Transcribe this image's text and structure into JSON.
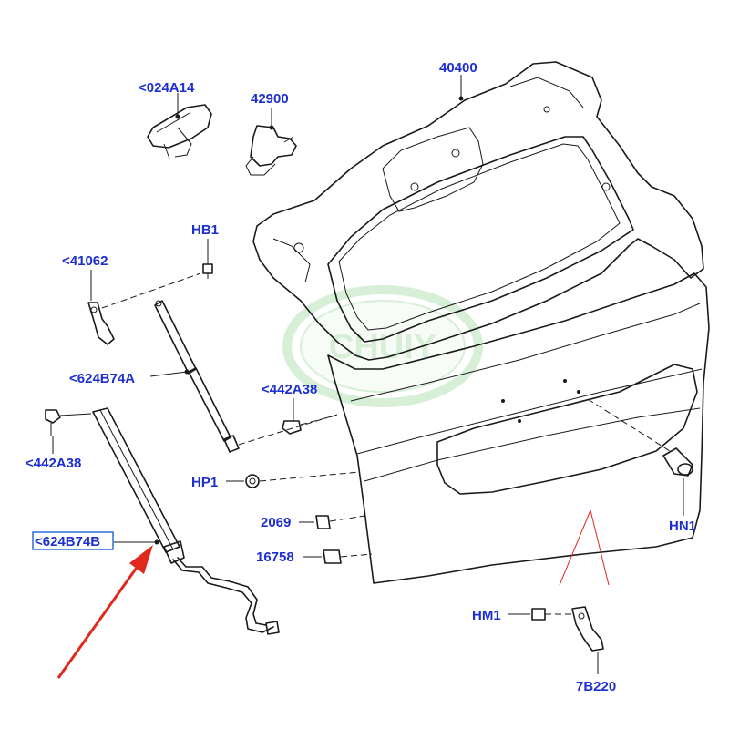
{
  "labels": {
    "switch": "<024A14",
    "latch": "42900",
    "tailgate": "40400",
    "bolt_top": "HB1",
    "bracket_left": "<41062",
    "strut_upper": "<624B74A",
    "ball_stud_right": "<442A38",
    "ball_stud_left": "<442A38",
    "nut": "HP1",
    "strut_lower": "<624B74B",
    "bumper_2069": "2069",
    "bumper_16758": "16758",
    "hn1": "HN1",
    "hm1": "HM1",
    "bracket_7b220": "7B220"
  },
  "watermark": "CHUIY",
  "colors": {
    "label": "#1d2fcf",
    "line": "#1a1a1a",
    "arrow": "#e0281c",
    "highlight": "#2a6fd6",
    "watermark": "#8fcf8f"
  }
}
